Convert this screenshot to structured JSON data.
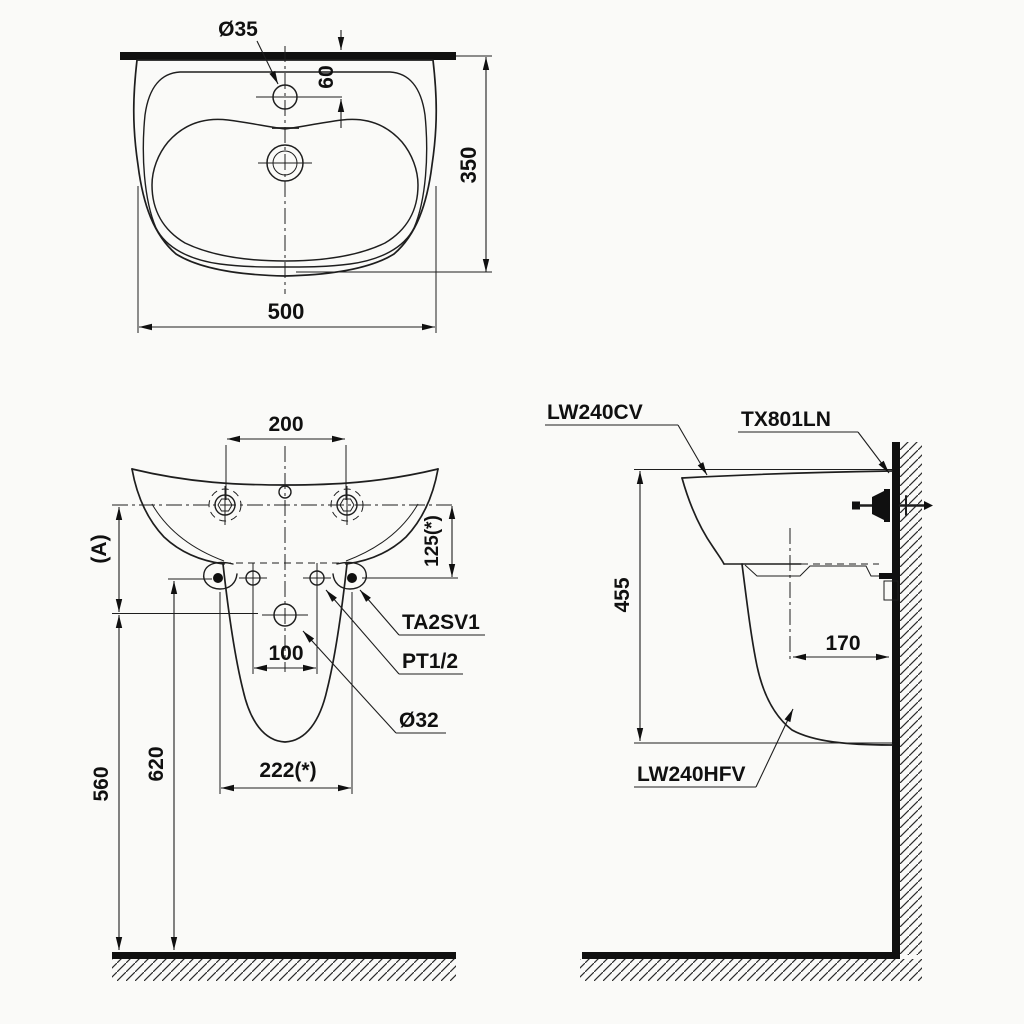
{
  "colors": {
    "line": "#1e1e1e",
    "background": "#fafaf8",
    "solid_fill": "#101010"
  },
  "plan_view": {
    "dims": {
      "faucet_hole_dia": "Ø35",
      "faucet_offset": "60",
      "depth": "350",
      "width": "500"
    }
  },
  "front_view": {
    "dims": {
      "faucet_spacing": "200",
      "ref_height": "(A)",
      "faucet_to_bolt": "125(*)",
      "supply_spacing": "100",
      "drain_height": "560",
      "bolt_height": "620",
      "bolt_spacing": "222(*)"
    },
    "callouts": {
      "fixing_bolt": "TA2SV1",
      "supply_thread": "PT1/2",
      "drain_dia": "Ø32"
    }
  },
  "side_view": {
    "dims": {
      "overall_height": "455",
      "drain_to_wall": "170"
    },
    "callouts": {
      "basin_model": "LW240CV",
      "fixing_set": "TX801LN",
      "pedestal_model": "LW240HFV"
    }
  }
}
